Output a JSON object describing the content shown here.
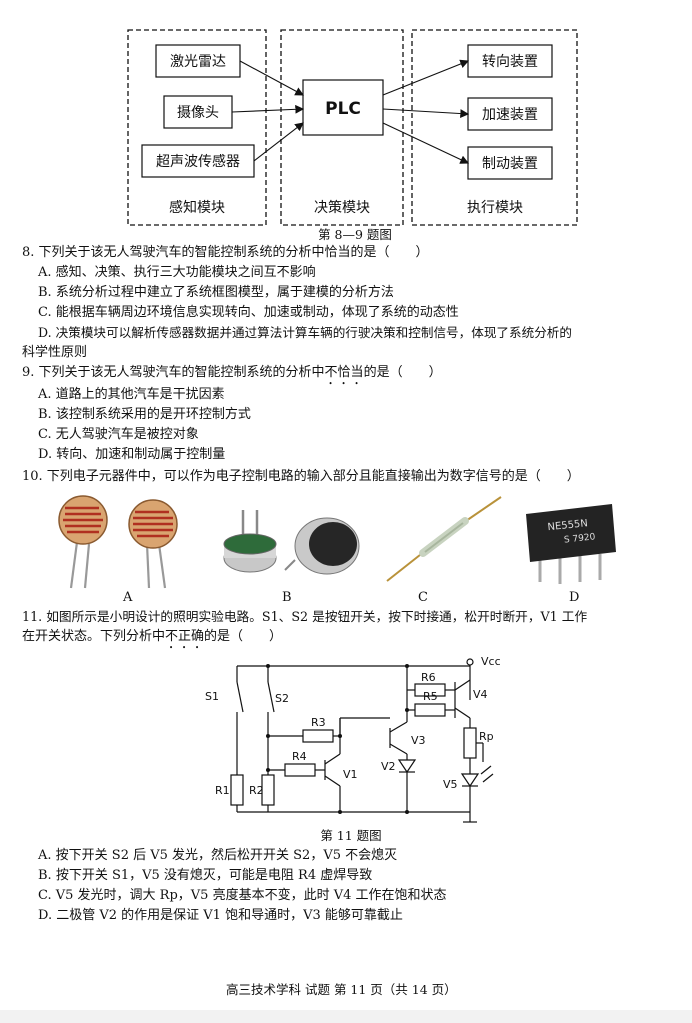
{
  "diagram": {
    "sensors": [
      "激光雷达",
      "摄像头",
      "超声波传感器"
    ],
    "controller": "PLC",
    "actuators": [
      "转向装置",
      "加速装置",
      "制动装置"
    ],
    "modules": [
      "感知模块",
      "决策模块",
      "执行模块"
    ],
    "caption": "第 8—9 题图"
  },
  "q8": {
    "stem": "8. 下列关于该无人驾驶汽车的智能控制系统的分析中恰当的是（　　）",
    "options": [
      "A. 感知、决策、执行三大功能模块之间互不影响",
      "B. 系统分析过程中建立了系统框图模型，属于建模的分析方法",
      "C. 能根据车辆周边环境信息实现转向、加速或制动，体现了系统的动态性",
      "D. 决策模块可以解析传感器数据并通过算法计算车辆的行驶决策和控制信号，体现了系统分析的"
    ],
    "option_d_cont": "科学性原则"
  },
  "q9": {
    "stem_pre": "9. 下列关于该无人驾驶汽车的智能控制系统的分析中",
    "stem_em": "不恰当",
    "stem_post": "的是（　　）",
    "options": [
      "A. 道路上的其他汽车是干扰因素",
      "B. 该控制系统采用的是开环控制方式",
      "C. 无人驾驶汽车是被控对象",
      "D. 转向、加速和制动属于控制量"
    ]
  },
  "q10": {
    "stem": "10. 下列电子元器件中，可以作为电子控制电路的输入部分且能直接输出为数字信号的是（　　）",
    "labels": [
      "A",
      "B",
      "C",
      "D"
    ],
    "chip_marking": [
      "NE555N",
      "S 7920"
    ]
  },
  "q11": {
    "stem_line1": "11. 如图所示是小明设计的照明实验电路。S1、S2 是按钮开关，按下时接通，松开时断开，V1 工作",
    "stem_line2_pre": "在开关状态。下列分析中",
    "stem_line2_em": "不正确",
    "stem_line2_post": "的是（　　）",
    "circuit_labels": {
      "vcc": "Vcc",
      "s1": "S1",
      "s2": "S2",
      "r1": "R1",
      "r2": "R2",
      "r3": "R3",
      "r4": "R4",
      "r5": "R5",
      "r6": "R6",
      "rp": "Rp",
      "v1": "V1",
      "v2": "V2",
      "v3": "V3",
      "v4": "V4",
      "v5": "V5"
    },
    "caption": "第 11 题图",
    "options": [
      "A. 按下开关 S2 后 V5 发光，然后松开开关 S2，V5 不会熄灭",
      "B. 按下开关 S1，V5 没有熄灭，可能是电阻 R4 虚焊导致",
      "C. V5 发光时，调大 Rp，V5 亮度基本不变，此时 V4 工作在饱和状态",
      "D. 二极管 V2 的作用是保证 V1 饱和导通时，V3 能够可靠截止"
    ]
  },
  "footer": "高三技术学科 试题 第 11 页（共 14 页）"
}
